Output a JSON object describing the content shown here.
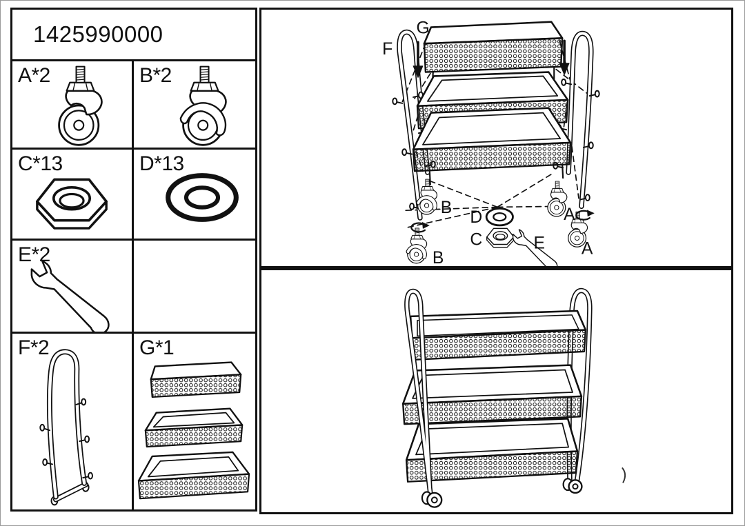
{
  "sheet": {
    "ink": "#111111",
    "paper": "#ffffff"
  },
  "parts_table": {
    "title": "1425990000",
    "cells": {
      "a": {
        "label": "A*2",
        "icon": "caster-swivel"
      },
      "b": {
        "label": "B*2",
        "icon": "caster-brake"
      },
      "c": {
        "label": "C*13",
        "icon": "hex-nut"
      },
      "d": {
        "label": "D*13",
        "icon": "washer"
      },
      "e": {
        "label": "E*2",
        "icon": "wrench"
      },
      "empty": {
        "label": ""
      },
      "f": {
        "label": "F*2",
        "icon": "side-frame"
      },
      "g": {
        "label": "G*1",
        "icon": "basket-set"
      }
    }
  },
  "assembly_diagram": {
    "labels": {
      "top_basket": "G",
      "left_frame": "F",
      "left_caster_upper": "B",
      "left_caster_lower": "B",
      "right_caster_upper": "A",
      "right_caster_lower": "A",
      "washer": "D",
      "nut": "C",
      "wrench": "E"
    }
  }
}
